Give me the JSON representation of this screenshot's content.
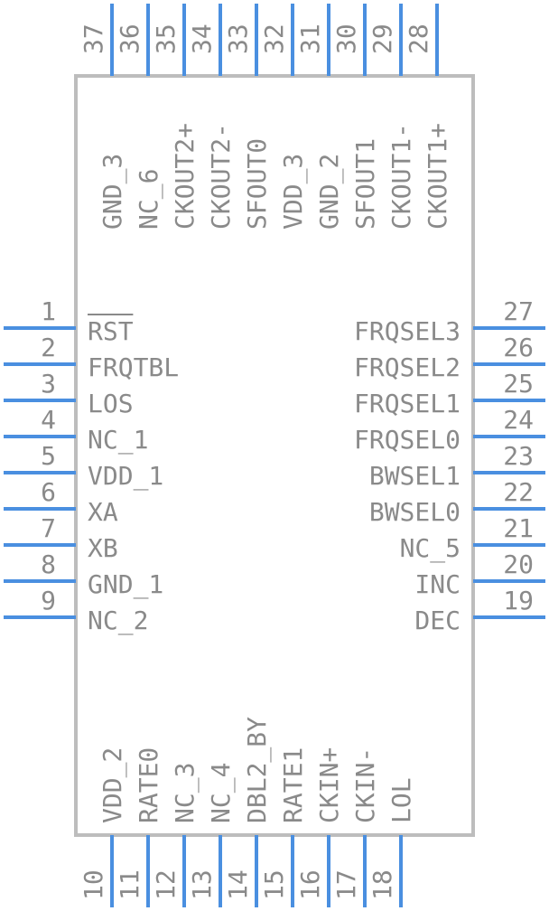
{
  "pins": {
    "left": [
      {
        "num": "1",
        "label": "RST",
        "overbar": [
          0,
          3
        ]
      },
      {
        "num": "2",
        "label": "FRQTBL"
      },
      {
        "num": "3",
        "label": "LOS"
      },
      {
        "num": "4",
        "label": "NC_1"
      },
      {
        "num": "5",
        "label": "VDD_1"
      },
      {
        "num": "6",
        "label": "XA"
      },
      {
        "num": "7",
        "label": "XB"
      },
      {
        "num": "8",
        "label": "GND_1"
      },
      {
        "num": "9",
        "label": "NC_2"
      }
    ],
    "right": [
      {
        "num": "27",
        "label": "FRQSEL3"
      },
      {
        "num": "26",
        "label": "FRQSEL2"
      },
      {
        "num": "25",
        "label": "FRQSEL1"
      },
      {
        "num": "24",
        "label": "FRQSEL0"
      },
      {
        "num": "23",
        "label": "BWSEL1"
      },
      {
        "num": "22",
        "label": "BWSEL0"
      },
      {
        "num": "21",
        "label": "NC_5"
      },
      {
        "num": "20",
        "label": "INC"
      },
      {
        "num": "19",
        "label": "DEC"
      }
    ],
    "bottom": [
      {
        "num": "10",
        "label": "VDD_2"
      },
      {
        "num": "11",
        "label": "RATE0"
      },
      {
        "num": "12",
        "label": "NC_3"
      },
      {
        "num": "13",
        "label": "NC_4"
      },
      {
        "num": "14",
        "label": "DBL2_BY"
      },
      {
        "num": "15",
        "label": "RATE1"
      },
      {
        "num": "16",
        "label": "CKIN+"
      },
      {
        "num": "17",
        "label": "CKIN-"
      },
      {
        "num": "18",
        "label": "LOL"
      }
    ],
    "top": [
      {
        "num": "37",
        "label": "GND_3"
      },
      {
        "num": "36",
        "label": "NC_6"
      },
      {
        "num": "35",
        "label": "CKOUT2+"
      },
      {
        "num": "34",
        "label": "CKOUT2-"
      },
      {
        "num": "33",
        "label": "SFOUT0"
      },
      {
        "num": "32",
        "label": "VDD_3"
      },
      {
        "num": "31",
        "label": "GND_2"
      },
      {
        "num": "30",
        "label": "SFOUT1"
      },
      {
        "num": "29",
        "label": "CKOUT1-"
      },
      {
        "num": "28",
        "label": "CKOUT1+"
      }
    ]
  },
  "colors": {
    "pin": "#4a8fe0",
    "body": "#bdbdbd",
    "text": "#8a8a8a"
  }
}
